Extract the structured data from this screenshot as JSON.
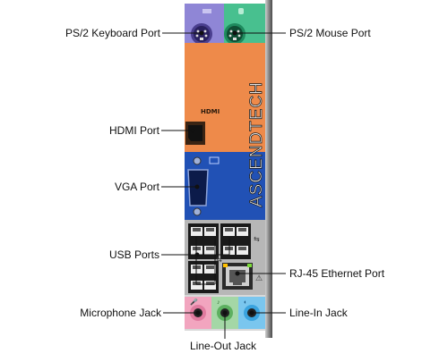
{
  "labels": {
    "ps2_keyboard": "PS/2 Keyboard Port",
    "ps2_mouse": "PS/2 Mouse Port",
    "hdmi_port": "HDMI Port",
    "vga_port": "VGA Port",
    "usb_ports": "USB Ports",
    "rj45": "RJ-45 Ethernet Port",
    "microphone": "Microphone Jack",
    "line_in": "Line-In Jack",
    "line_out": "Line-Out Jack"
  },
  "panel": {
    "brand": "ASCENDTECH",
    "hdmi_logo": "HDMI"
  },
  "colors": {
    "keyboard_purple": "#8f86d6",
    "mouse_green": "#48c08f",
    "orange": "#ee8a4a",
    "blue": "#2151b5",
    "mic_pink": "#f2a5bf",
    "line_out_green": "#a4d7a6",
    "line_in_blue": "#7ac6ee"
  }
}
